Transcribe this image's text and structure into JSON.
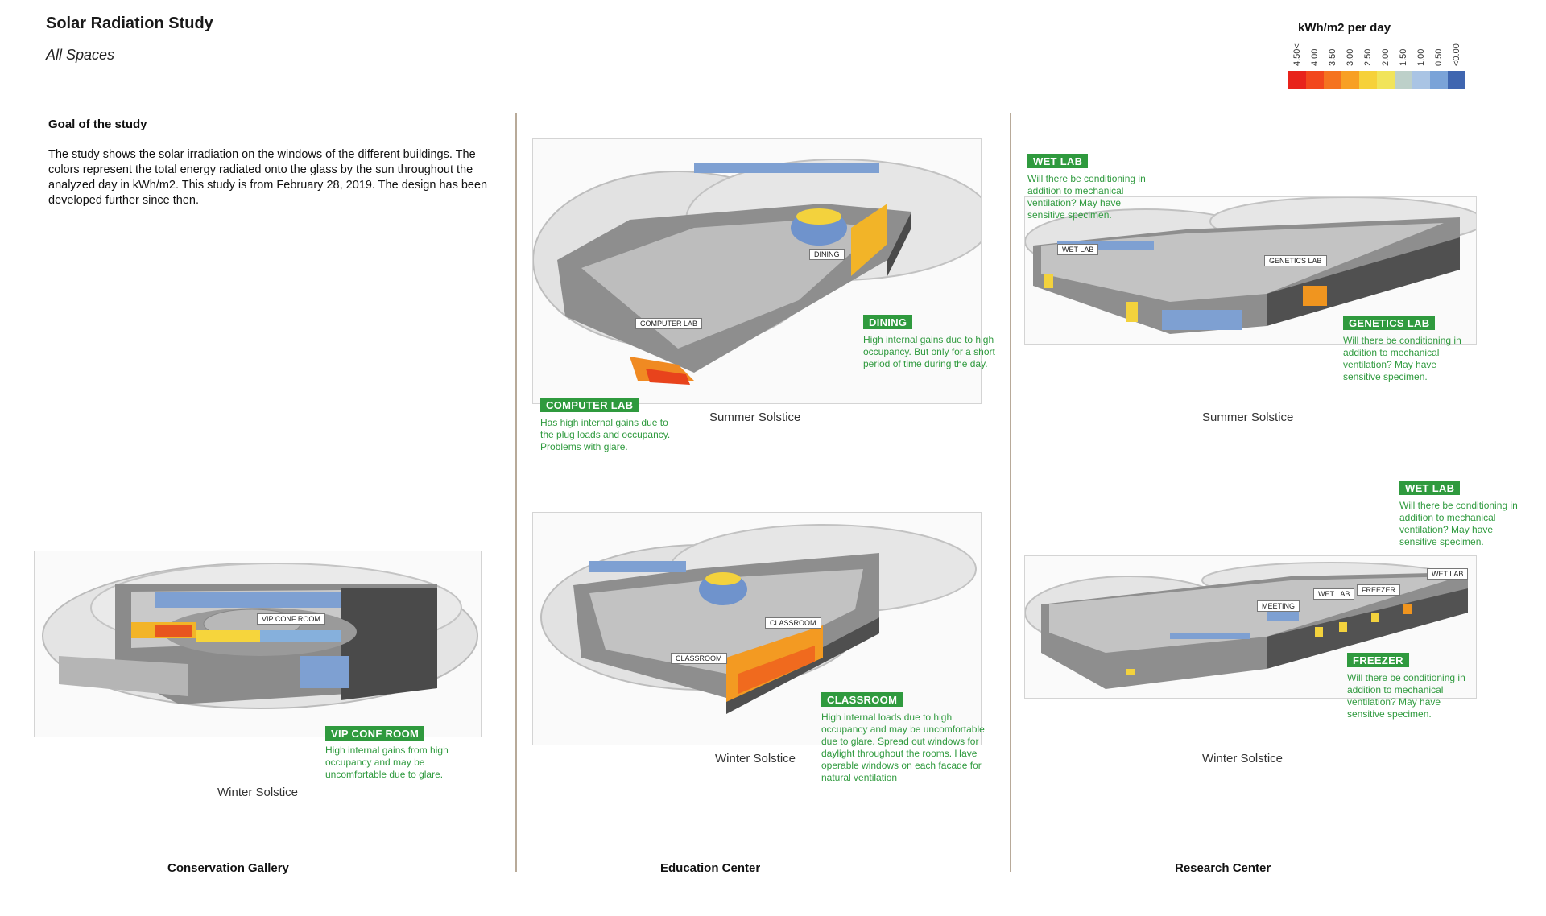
{
  "header": {
    "title": "Solar Radiation Study",
    "subtitle": "All Spaces"
  },
  "goal": {
    "heading": "Goal of the study",
    "body": "The study shows the solar irradiation on the windows of the different buildings. The colors represent the total energy radiated onto the glass by the sun throughout the analyzed day in kWh/m2. This study is from February 28, 2019. The design has been developed further since then."
  },
  "legend": {
    "title": "kWh/m2 per day",
    "ticks": [
      "4.50<",
      "4.00",
      "3.50",
      "3.00",
      "2.50",
      "2.00",
      "1.50",
      "1.00",
      "0.50",
      "<0.00"
    ],
    "colors": [
      "#e8231b",
      "#f2471c",
      "#f5731f",
      "#f8a024",
      "#f6d13a",
      "#f1e45a",
      "#bdd0c9",
      "#a9c4e4",
      "#7aa3d8",
      "#3f66b0"
    ]
  },
  "accent_color": "#2f9a3e",
  "sections": {
    "conservation": {
      "title": "Conservation Gallery",
      "winter_caption": "Winter Solstice",
      "room_labels": {
        "vip": "VIP CONF ROOM"
      },
      "callouts": {
        "vip": {
          "tag": "VIP CONF ROOM",
          "note": "High internal gains from high occupancy and may be uncomfortable due to glare."
        }
      }
    },
    "education": {
      "title": "Education Center",
      "summer_caption": "Summer Solstice",
      "winter_caption": "Winter Solstice",
      "room_labels": {
        "dining": "DINING",
        "computer_lab": "COMPUTER LAB",
        "classroom_a": "CLASSROOM",
        "classroom_b": "CLASSROOM"
      },
      "callouts": {
        "dining": {
          "tag": "DINING",
          "note": "High internal gains due to high occupancy. But only for a short period of time during the day."
        },
        "computer_lab": {
          "tag": "COMPUTER LAB",
          "note": "Has high internal gains due to the plug loads and occupancy. Problems with glare."
        },
        "classroom": {
          "tag": "CLASSROOM",
          "note": "High internal loads due to high occupancy and may be uncomfortable due to glare. Spread out windows for daylight throughout the rooms. Have operable windows on each facade for natural ventilation"
        }
      }
    },
    "research": {
      "title": "Research Center",
      "summer_caption": "Summer Solstice",
      "winter_caption": "Winter Solstice",
      "room_labels": {
        "wet_lab_s": "WET LAB",
        "genetics_lab": "GENETICS LAB",
        "wet_lab_w1": "WET LAB",
        "wet_lab_w2": "WET LAB",
        "freezer": "FREEZER",
        "meeting": "MEETING"
      },
      "callouts": {
        "wet_lab_summer": {
          "tag": "WET LAB",
          "note": "Will there be conditioning in addition to mechanical ventilation? May have sensitive specimen."
        },
        "genetics_lab": {
          "tag": "GENETICS LAB",
          "note": "Will there be conditioning in addition to mechanical ventilation? May have sensitive specimen."
        },
        "wet_lab_winter": {
          "tag": "WET LAB",
          "note": "Will there be conditioning in addition to mechanical ventilation? May have sensitive specimen."
        },
        "freezer": {
          "tag": "FREEZER",
          "note": "Will there be conditioning in addition to mechanical ventilation? May have sensitive specimen."
        }
      }
    }
  }
}
